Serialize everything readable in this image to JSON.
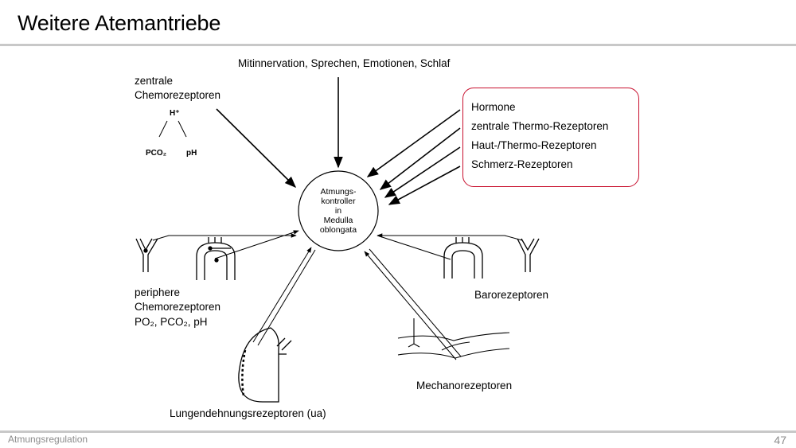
{
  "slide": {
    "title": "Weitere Atemantriebe",
    "footer": "Atmungsregulation",
    "page_number": "47"
  },
  "diagram": {
    "center": [
      "Atmungs-",
      "kontroller",
      "in",
      "Medulla",
      "oblongata"
    ],
    "top_label": "Mitinnervation, Sprechen, Emotionen, Schlaf",
    "central_chemo": {
      "line1": "zentrale",
      "line2": "Chemorezeptoren",
      "h_plus": "H⁺",
      "pco2": "PCO₂",
      "ph": "pH"
    },
    "hormone_box": {
      "items": [
        "Hormone",
        "zentrale Thermo-Rezeptoren",
        "Haut-/Thermo-Rezeptoren",
        "Schmerz-Rezeptoren"
      ],
      "border_color": "#c8102e"
    },
    "peripheral_chemo": {
      "line1": "periphere",
      "line2": "Chemorezeptoren",
      "line3": "PO₂, PCO₂, pH"
    },
    "baro": "Barorezeptoren",
    "mechano": "Mechanorezeptoren",
    "lung": "Lungendehnungsrezeptoren (ua)"
  }
}
